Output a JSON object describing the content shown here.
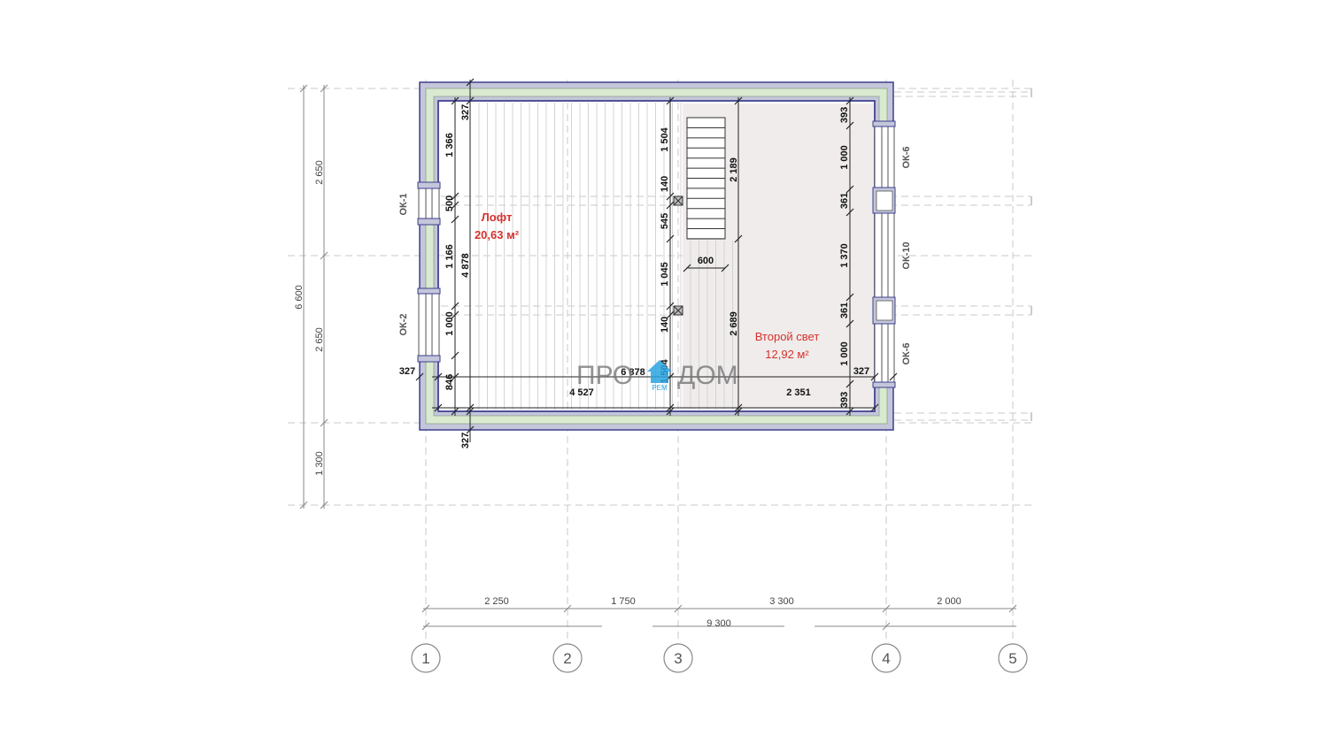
{
  "rooms": {
    "loft": {
      "name": "Лофт",
      "area": "20,63 м²"
    },
    "second_light": {
      "name": "Второй свет",
      "area": "12,92 м²"
    }
  },
  "windows": {
    "ok1": "ОК-1",
    "ok2": "ОК-2",
    "ok6_top": "ОК-6",
    "ok10": "ОК-10",
    "ok6_bottom": "ОК-6"
  },
  "left_dims": {
    "total": "6 600",
    "seg1": "2 650",
    "seg2": "2 650",
    "seg3": "1 300"
  },
  "inner_dims": {
    "top_wall": "327",
    "d1366": "1 366",
    "d500": "500",
    "d1166": "1 166",
    "d4878": "4 878",
    "d1000_left": "1 000",
    "d846": "846",
    "left_wall": "327",
    "bottom_wall": "327",
    "d1504_top": "1 504",
    "d140_top": "140",
    "d545": "545",
    "d1045": "1 045",
    "d140_bottom": "140",
    "d1504_bottom": "1 504",
    "d2189": "2 189",
    "d2689": "2 689",
    "stair_width": "600",
    "d4527": "4 527",
    "d6878": "6 878",
    "d2351": "2 351",
    "r393_top": "393",
    "r1000_top": "1 000",
    "r361_top": "361",
    "r1370": "1 370",
    "r361_bottom": "361",
    "r1000_bottom": "1 000",
    "r327": "327",
    "r393_bottom": "393"
  },
  "bottom_dims": {
    "s1": "2 250",
    "s2": "1 750",
    "s3": "3 300",
    "s4": "2 000",
    "total": "9 300"
  },
  "axes": [
    "1",
    "2",
    "3",
    "4",
    "5"
  ],
  "watermark": {
    "left": "ПРО",
    "right": "ДОМ",
    "small": "РЕМ"
  },
  "colors": {
    "wall_outer": "#c4c6da",
    "wall_insulation": "#d9ead0",
    "wall_stroke": "#3e3f8e",
    "second_light_fill": "#efeceb",
    "room_label": "#d6322d"
  }
}
